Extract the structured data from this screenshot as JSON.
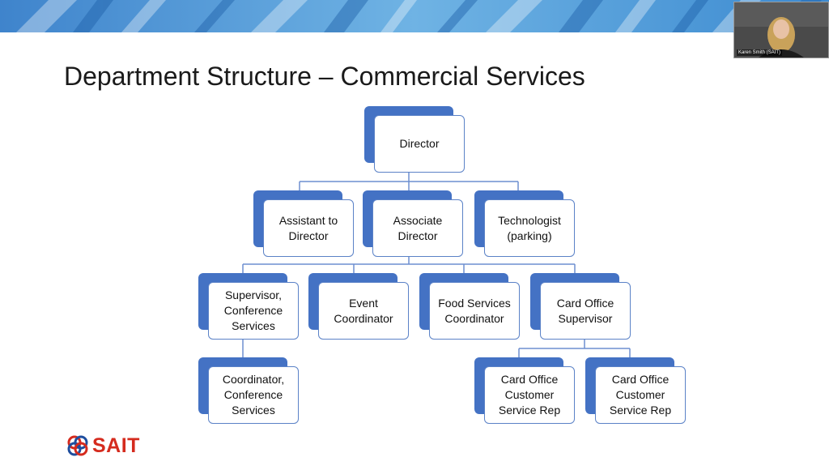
{
  "slide": {
    "title": "Department Structure – Commercial Services",
    "logo_text": "SAIT"
  },
  "video": {
    "participant_name": "Karen Smith (SAIT)"
  },
  "org_chart": {
    "nodes": [
      {
        "id": "director",
        "lines": [
          "Director"
        ]
      },
      {
        "id": "assistant",
        "lines": [
          "Assistant to",
          "Director"
        ]
      },
      {
        "id": "associate",
        "lines": [
          "Associate",
          "Director"
        ]
      },
      {
        "id": "technologist",
        "lines": [
          "Technologist",
          "(parking)"
        ]
      },
      {
        "id": "supervisor-conf",
        "lines": [
          "Supervisor,",
          "Conference",
          "Services"
        ]
      },
      {
        "id": "event",
        "lines": [
          "Event",
          "Coordinator"
        ]
      },
      {
        "id": "food",
        "lines": [
          "Food Services",
          "Coordinator"
        ]
      },
      {
        "id": "card-sup",
        "lines": [
          "Card Office",
          "Supervisor"
        ]
      },
      {
        "id": "coord-conf",
        "lines": [
          "Coordinator,",
          "Conference",
          "Services"
        ]
      },
      {
        "id": "csr1",
        "lines": [
          "Card Office",
          "Customer",
          "Service Rep"
        ]
      },
      {
        "id": "csr2",
        "lines": [
          "Card Office",
          "Customer",
          "Service Rep"
        ]
      }
    ]
  },
  "colors": {
    "node_fill": "#4472c4",
    "node_border": "#5b82c7",
    "logo_red": "#d52b1e",
    "connector": "#6d8fd0"
  }
}
